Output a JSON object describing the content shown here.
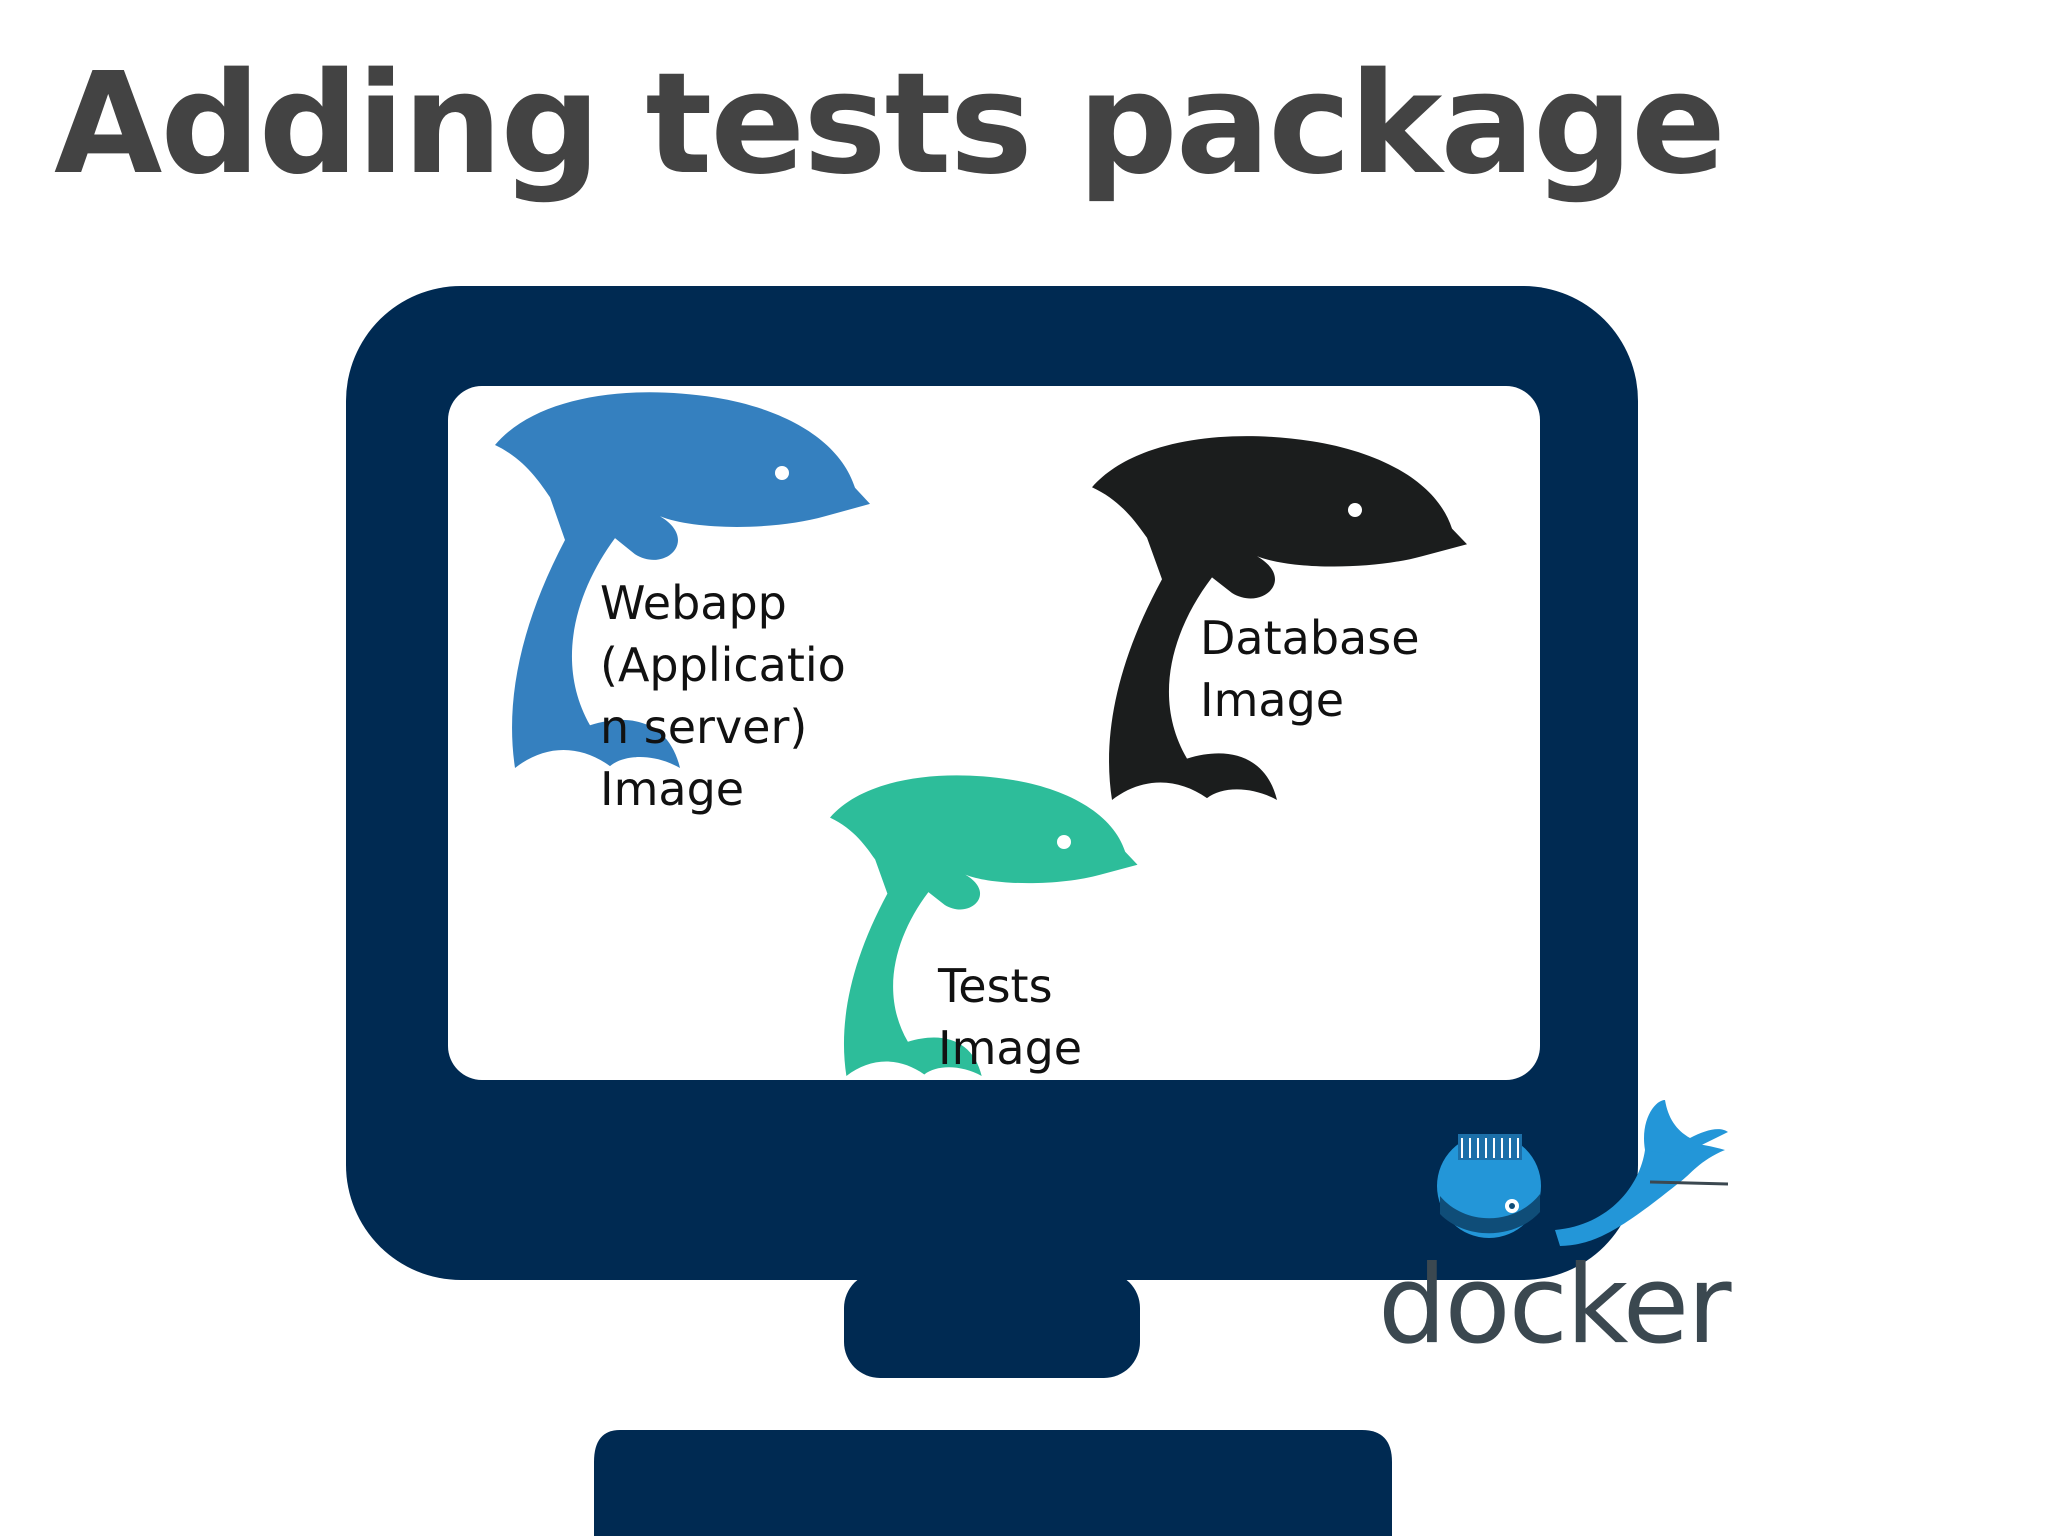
{
  "slide": {
    "title": "Adding tests package"
  },
  "images": [
    {
      "id": "webapp",
      "lines": [
        "Webapp",
        "(Applicatio",
        "n server)",
        "Image"
      ],
      "color": "#3580bf"
    },
    {
      "id": "database",
      "lines": [
        "Database",
        "Image"
      ],
      "color": "#1b1d1d"
    },
    {
      "id": "tests",
      "lines": [
        "Tests",
        "Image"
      ],
      "color": "#2dbd9a"
    }
  ],
  "logo": {
    "wordmark": "docker",
    "color": "#2396d8"
  },
  "colors": {
    "monitor": "#002a52",
    "screen": "#ffffff",
    "title": "#434343"
  }
}
